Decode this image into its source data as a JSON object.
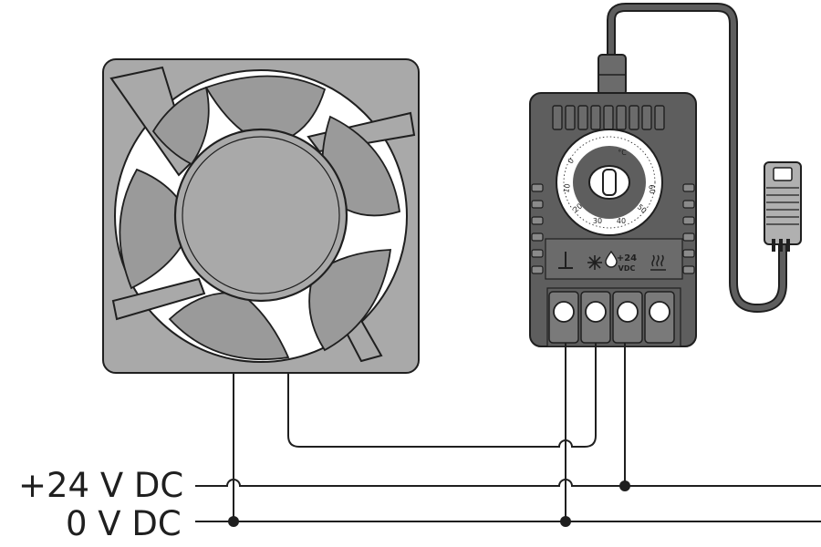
{
  "rails": {
    "positive_label": "+24 V DC",
    "negative_label": "0 V DC"
  },
  "controller": {
    "dial_marks": [
      "0",
      "10",
      "20",
      "30",
      "40",
      "50",
      "60"
    ],
    "dial_unit": "°C",
    "supply_label": "+24",
    "supply_unit": "VDC"
  },
  "colors": {
    "line": "#1f1f1f",
    "fan_body": "#a9a9a9",
    "fan_blade": "#9a9a9a",
    "controller_body": "#5e5e5e",
    "controller_panel": "#6b6b6b",
    "sensor": "#b0b0b0"
  },
  "icons": {
    "ground": "ground-symbol-icon",
    "cooling": "snowflake-icon",
    "heating": "heater-icon",
    "temperature": "thermometer-drop-icon"
  }
}
